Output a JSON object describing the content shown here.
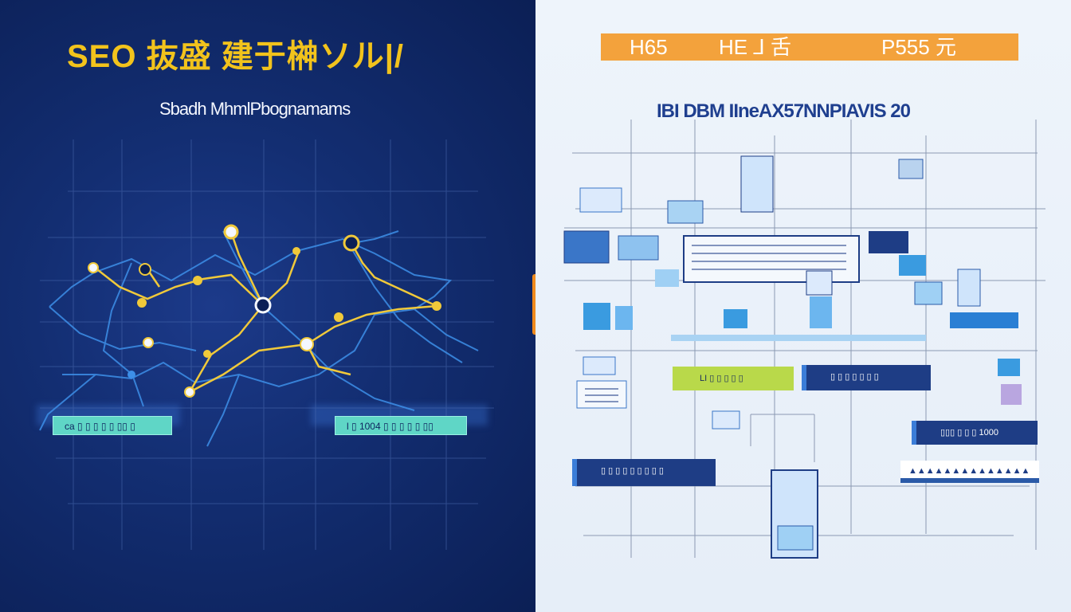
{
  "left_panel": {
    "title": "SEO  抜盛  建于榊ソル|/",
    "subtitle": "Sbadh MhmlPbognamams",
    "labels": [
      "ca  ▯ ▯ ▯ ▯ ▯ ▯▯ ▯",
      "l ▯ 1004 ▯ ▯ ▯ ▯ ▯  ▯▯"
    ]
  },
  "right_panel": {
    "header_parts": [
      "H65",
      "HE ⅃ 舌",
      "P555 元"
    ],
    "subtitle": "IBI DBM IIneAX57NNPIAVIS 20",
    "boxes": [
      "LI ▯ ▯ ▯ ▯ ▯",
      "▯ ▯ ▯ ▯ ▯ ▯ ▯",
      "▯▯▯ ▯ ▯ ▯ 1000",
      "▯ ▯ ▯ ▯ ▯ ▯ ▯ ▯ ▯",
      "▲▲▲▲▲▲▲▲▲▲▲▲▲▲"
    ]
  },
  "colors": {
    "left_bg": "#132e72",
    "title_yellow": "#f2c31c",
    "network_yellow": "#f0c93a",
    "network_blue": "#3d8fe8",
    "teal_label": "#5fd6c6",
    "right_bg": "#e9f0f9",
    "orange_header": "#f3a23c",
    "navy": "#1e3d85",
    "lime": "#b9d94a",
    "divider_handle": "#f08a1c"
  }
}
